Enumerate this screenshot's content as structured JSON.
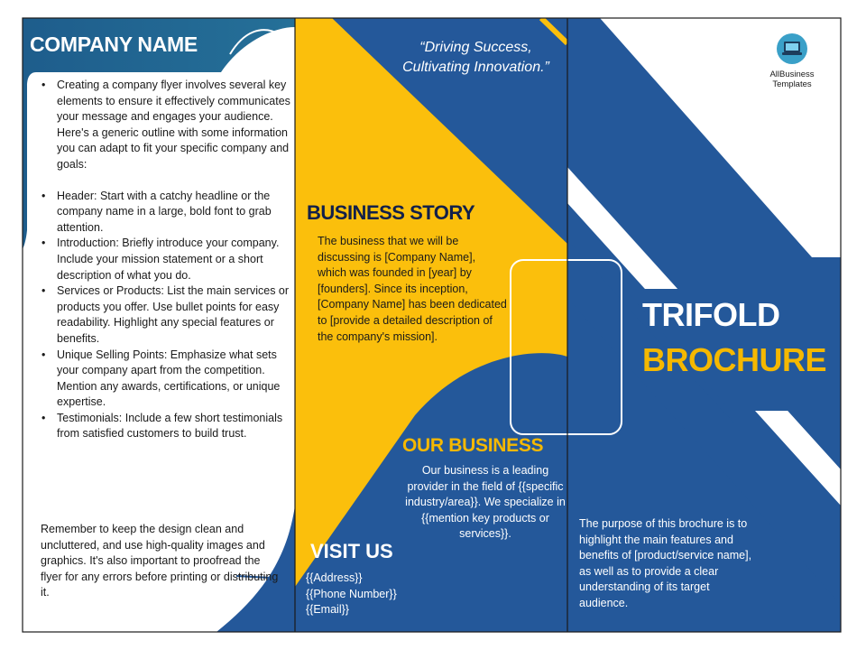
{
  "panel1": {
    "company_name": "COMPANY NAME",
    "bullets": [
      "Creating a company flyer involves several key elements to ensure it effectively communicates your message and engages your audience. Here's a generic outline with some information you can adapt to fit your specific company and goals:",
      "Header: Start with a catchy headline or the company name in a large, bold font to grab attention.",
      "Introduction: Briefly introduce your company. Include your mission statement or a short description of what you do.",
      "Services or Products: List the main services or products you offer. Use bullet points for easy readability. Highlight any special features or benefits.",
      "Unique Selling Points: Emphasize what sets your company apart from the competition. Mention any awards, certifications, or unique expertise.",
      "Testimonials: Include a few short testimonials from satisfied customers to build trust."
    ],
    "closing": "Remember to keep the design clean and uncluttered, and use high-quality images and graphics. It's also important to proofread the flyer for any errors before printing or distributing it."
  },
  "panel2": {
    "tagline_line1": "“Driving Success,",
    "tagline_line2": "Cultivating Innovation.”",
    "story_title": "BUSINESS STORY",
    "story_body": "The business that we will be discussing is [Company Name], which was founded in [year] by [founders]. Since its inception, [Company Name] has been dedicated to [provide a detailed description of the company's mission].",
    "our_business_title": "OUR BUSINESS",
    "our_business_body": "Our business is a leading provider in the field of {{specific industry/area}}. We specialize in {{mention key products or services}}.",
    "visit_title": "VISIT US",
    "address": "{{Address}}",
    "phone": "{{Phone Number}}",
    "email": "{{Email}}"
  },
  "panel3": {
    "logo_line1": "AllBusiness",
    "logo_line2": "Templates",
    "title_line1": "TRIFOLD",
    "title_line2": "BROCHURE",
    "purpose": "The purpose of this brochure is to highlight the main features and benefits of [product/service name], as well as to provide a clear understanding of its target audience."
  },
  "colors": {
    "navy": "#24589a",
    "teal": "#1f6f8f",
    "gold": "#fbbf0c",
    "dark_text": "#12204a"
  },
  "icons": {
    "logo": "laptop-icon"
  }
}
